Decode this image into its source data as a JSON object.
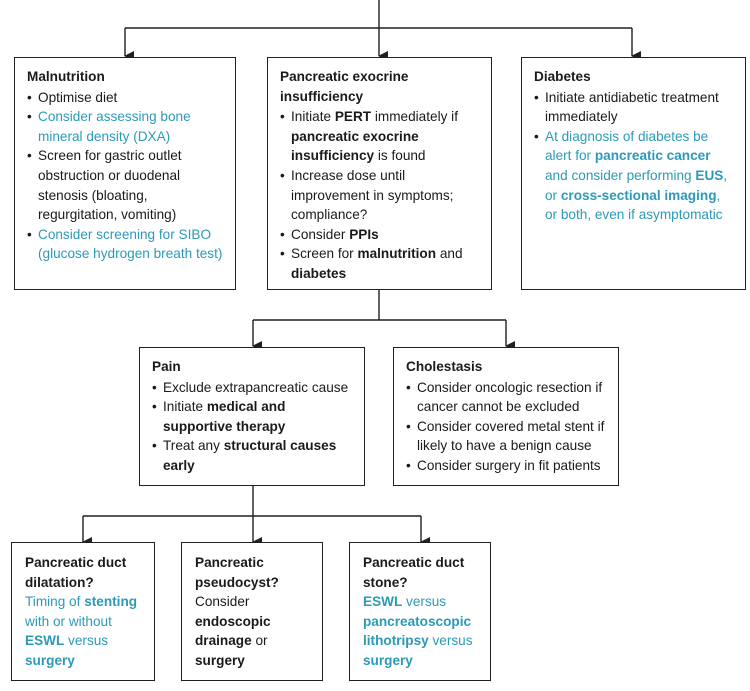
{
  "boxes": {
    "malnutrition": {
      "title": "Malnutrition",
      "items": [
        {
          "text": "Optimise diet"
        },
        {
          "text": "Consider assessing bone mineral density (DXA)"
        },
        {
          "text": "Screen for gastric outlet obstruction or duodenal stenosis (bloating, regurgitation, vomiting)"
        },
        {
          "text": "Consider screening for SIBO (glucose hydrogen breath test)"
        }
      ]
    },
    "pei": {
      "title": "Pancreatic exocrine insufficiency",
      "items": [
        {
          "t1": "Initiate ",
          "b1": "PERT",
          "t2": " immediately if ",
          "b2": "pancreatic exocrine insufficiency",
          "t3": " is found"
        },
        {
          "t1": "Increase dose until improvement in symptoms; compliance?"
        },
        {
          "t1": "Consider ",
          "b1": "PPIs"
        },
        {
          "t1": "Screen for ",
          "b1": "malnutrition",
          "t2": " and ",
          "b2": "diabetes"
        }
      ]
    },
    "diabetes": {
      "title": "Diabetes",
      "items": [
        {
          "t1": "Initiate antidiabetic treatment immediately"
        },
        {
          "t1": "At diagnosis of diabetes be alert for ",
          "b1": "pancreatic cancer",
          "t2": " and consider performing ",
          "b2": "EUS",
          "t3": ", or ",
          "b3": "cross-sectional imaging",
          "t4": ", or both, even if asymptomatic"
        }
      ]
    },
    "pain": {
      "title": "Pain",
      "items": [
        {
          "t1": "Exclude extrapancreatic cause"
        },
        {
          "t1": "Initiate ",
          "b1": "medical and supportive therapy"
        },
        {
          "t1": "Treat any ",
          "b1": "structural causes early"
        }
      ]
    },
    "cholestasis": {
      "title": "Cholestasis",
      "items": [
        {
          "t1": "Consider oncologic resection if cancer cannot be excluded"
        },
        {
          "t1": "Consider covered metal stent if likely to have a benign cause"
        },
        {
          "t1": "Consider surgery in fit patients"
        }
      ]
    },
    "duct_dilatation": {
      "title": "Pancreatic duct dilatation?",
      "t1": "Timing of ",
      "b1": "stenting",
      "t2": " with or without ",
      "b2": "ESWL",
      "t3": " versus ",
      "b3": "surgery"
    },
    "pseudocyst": {
      "title": "Pancreatic pseudocyst?",
      "t1": "Consider ",
      "b1": "endoscopic drainage",
      "t2": " or ",
      "b2": "surgery"
    },
    "duct_stone": {
      "title": "Pancreatic duct stone?",
      "b1": "ESWL",
      "t1": " versus ",
      "b2": "pancreatoscopic lithotripsy",
      "t2": " versus ",
      "b3": "surgery"
    }
  },
  "colors": {
    "teal": "#2c9ab7",
    "border": "#231f20",
    "text": "#1a1a1a"
  }
}
